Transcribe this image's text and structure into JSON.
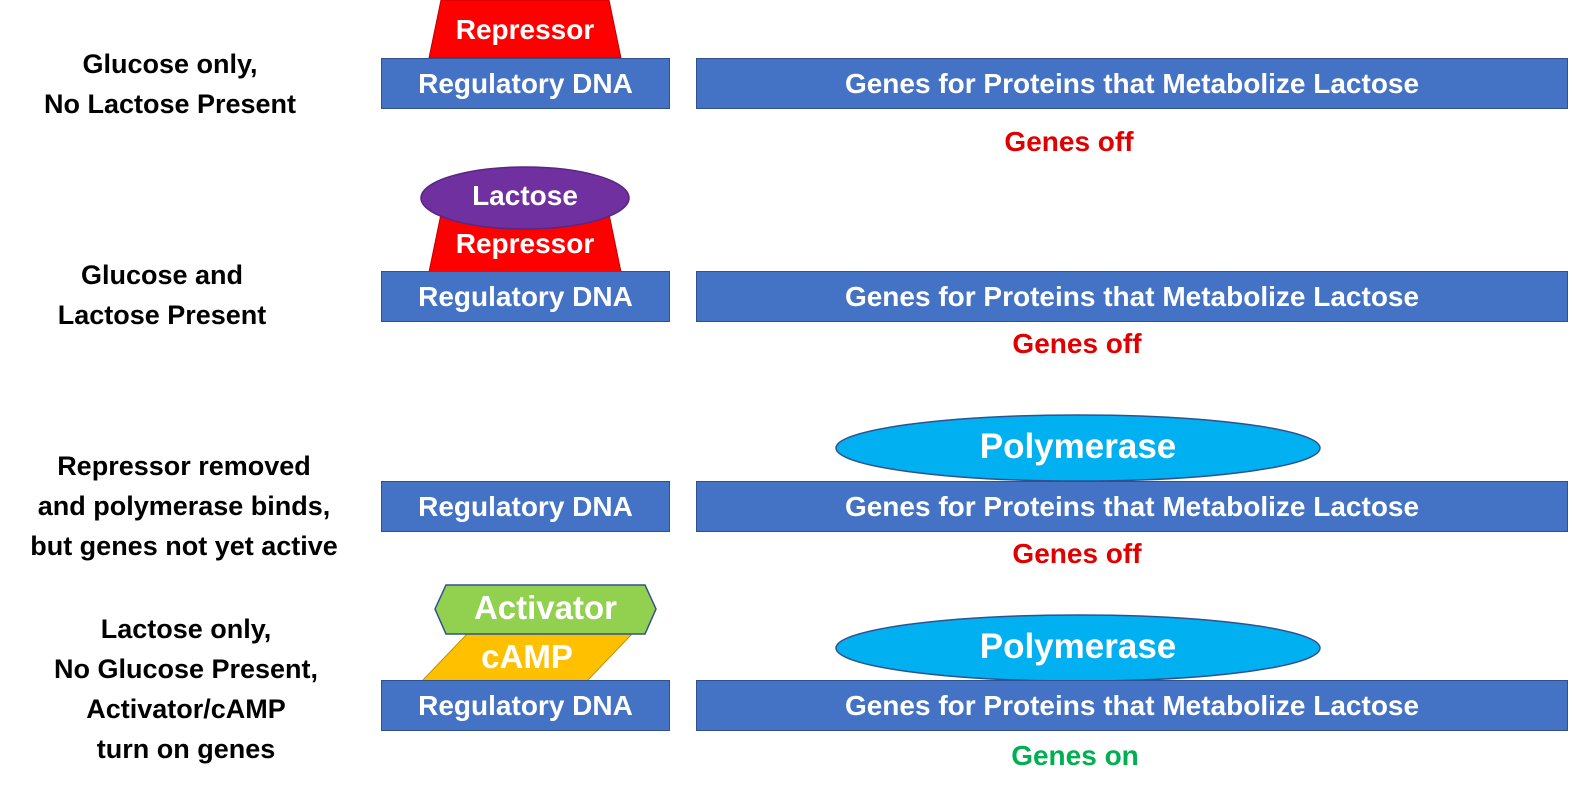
{
  "colors": {
    "dna": "#4472c4",
    "repressor": "#ff0000",
    "lactose": "#7030a0",
    "polymerase": "#00b0f0",
    "activator": "#92d050",
    "camp": "#ffc000",
    "genes_off": "#e00000",
    "genes_on": "#00b050"
  },
  "rows": [
    {
      "condition": [
        "Glucose only,",
        "No Lactose Present"
      ],
      "repressor": "Repressor",
      "regulatory": "Regulatory DNA",
      "genes": "Genes for Proteins that Metabolize Lactose",
      "status": "Genes off"
    },
    {
      "condition": [
        "Glucose and",
        "Lactose Present"
      ],
      "lactose": "Lactose",
      "repressor": "Repressor",
      "regulatory": "Regulatory DNA",
      "genes": "Genes for Proteins that Metabolize Lactose",
      "status": "Genes off"
    },
    {
      "condition": [
        "Repressor removed",
        "and polymerase binds,",
        "but genes not yet active"
      ],
      "polymerase": "Polymerase",
      "regulatory": "Regulatory DNA",
      "genes": "Genes for Proteins that Metabolize Lactose",
      "status": "Genes off"
    },
    {
      "condition": [
        "Lactose only,",
        "No Glucose Present,",
        "Activator/cAMP",
        "turn on genes"
      ],
      "activator": "Activator",
      "camp": "cAMP",
      "polymerase": "Polymerase",
      "regulatory": "Regulatory DNA",
      "genes": "Genes for Proteins that Metabolize Lactose",
      "status": "Genes on"
    }
  ]
}
